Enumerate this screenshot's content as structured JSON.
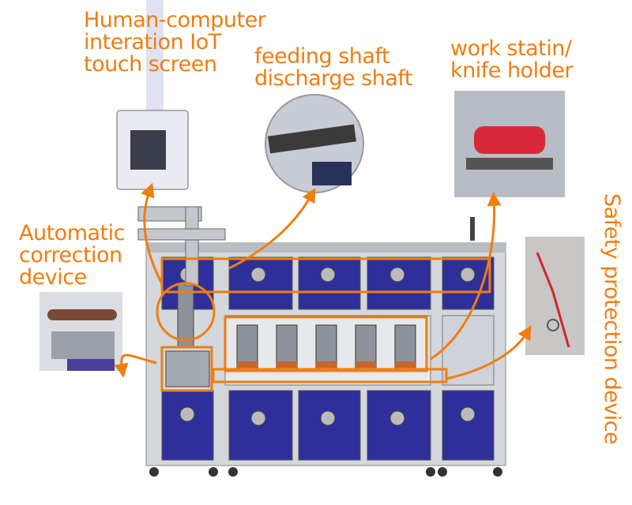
{
  "labels": {
    "touch_screen": [
      "Human-computer",
      "interation IoT",
      "touch screen"
    ],
    "shafts": [
      "feeding shaft",
      "discharge shaft"
    ],
    "work_station": [
      "work statin/",
      "knife holder"
    ],
    "correction": [
      "Automatic",
      "correction",
      "device"
    ],
    "safety": "Safety protection device"
  },
  "colors": {
    "accent": "#f07d10",
    "panel": "#2e2f9a",
    "frame": "#c9ccd2"
  }
}
